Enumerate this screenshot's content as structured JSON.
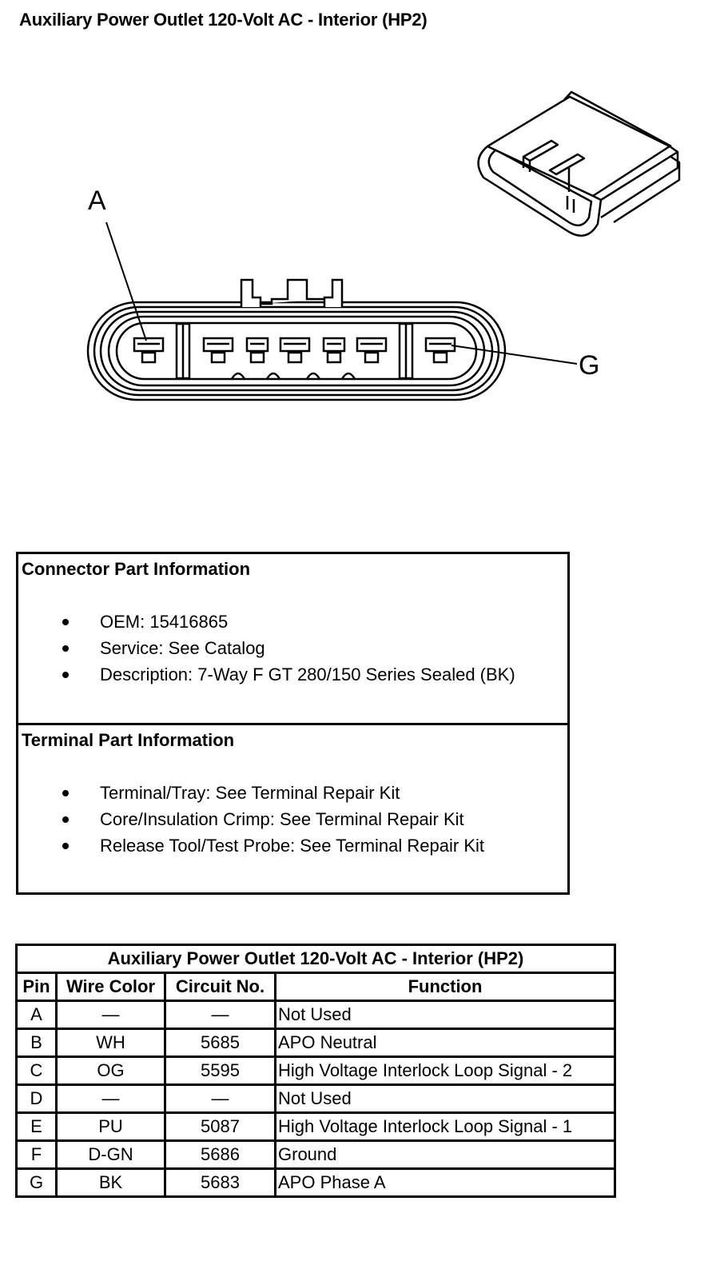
{
  "page": {
    "title": "Auxiliary Power Outlet 120-Volt AC - Interior (HP2)"
  },
  "diagram": {
    "callout_a": "A",
    "callout_g": "G"
  },
  "connector_info": {
    "heading": "Connector Part Information",
    "items": [
      "OEM: 15416865",
      "Service: See Catalog",
      "Description: 7-Way F GT 280/150 Series Sealed (BK)"
    ]
  },
  "terminal_info": {
    "heading": "Terminal Part Information",
    "items": [
      "Terminal/Tray: See Terminal Repair Kit",
      "Core/Insulation Crimp: See Terminal Repair Kit",
      "Release Tool/Test Probe: See Terminal Repair Kit"
    ]
  },
  "pin_table": {
    "title": "Auxiliary Power Outlet 120-Volt AC - Interior (HP2)",
    "headers": {
      "pin": "Pin",
      "wire_color": "Wire Color",
      "circuit": "Circuit No.",
      "function": "Function"
    },
    "rows": [
      {
        "pin": "A",
        "wire_color": "—",
        "circuit": "—",
        "function": "Not Used"
      },
      {
        "pin": "B",
        "wire_color": "WH",
        "circuit": "5685",
        "function": "APO Neutral"
      },
      {
        "pin": "C",
        "wire_color": "OG",
        "circuit": "5595",
        "function": "High Voltage Interlock Loop Signal - 2"
      },
      {
        "pin": "D",
        "wire_color": "—",
        "circuit": "—",
        "function": "Not Used"
      },
      {
        "pin": "E",
        "wire_color": "PU",
        "circuit": "5087",
        "function": "High Voltage Interlock Loop Signal - 1"
      },
      {
        "pin": "F",
        "wire_color": "D-GN",
        "circuit": "5686",
        "function": "Ground"
      },
      {
        "pin": "G",
        "wire_color": "BK",
        "circuit": "5683",
        "function": "APO Phase A"
      }
    ]
  }
}
